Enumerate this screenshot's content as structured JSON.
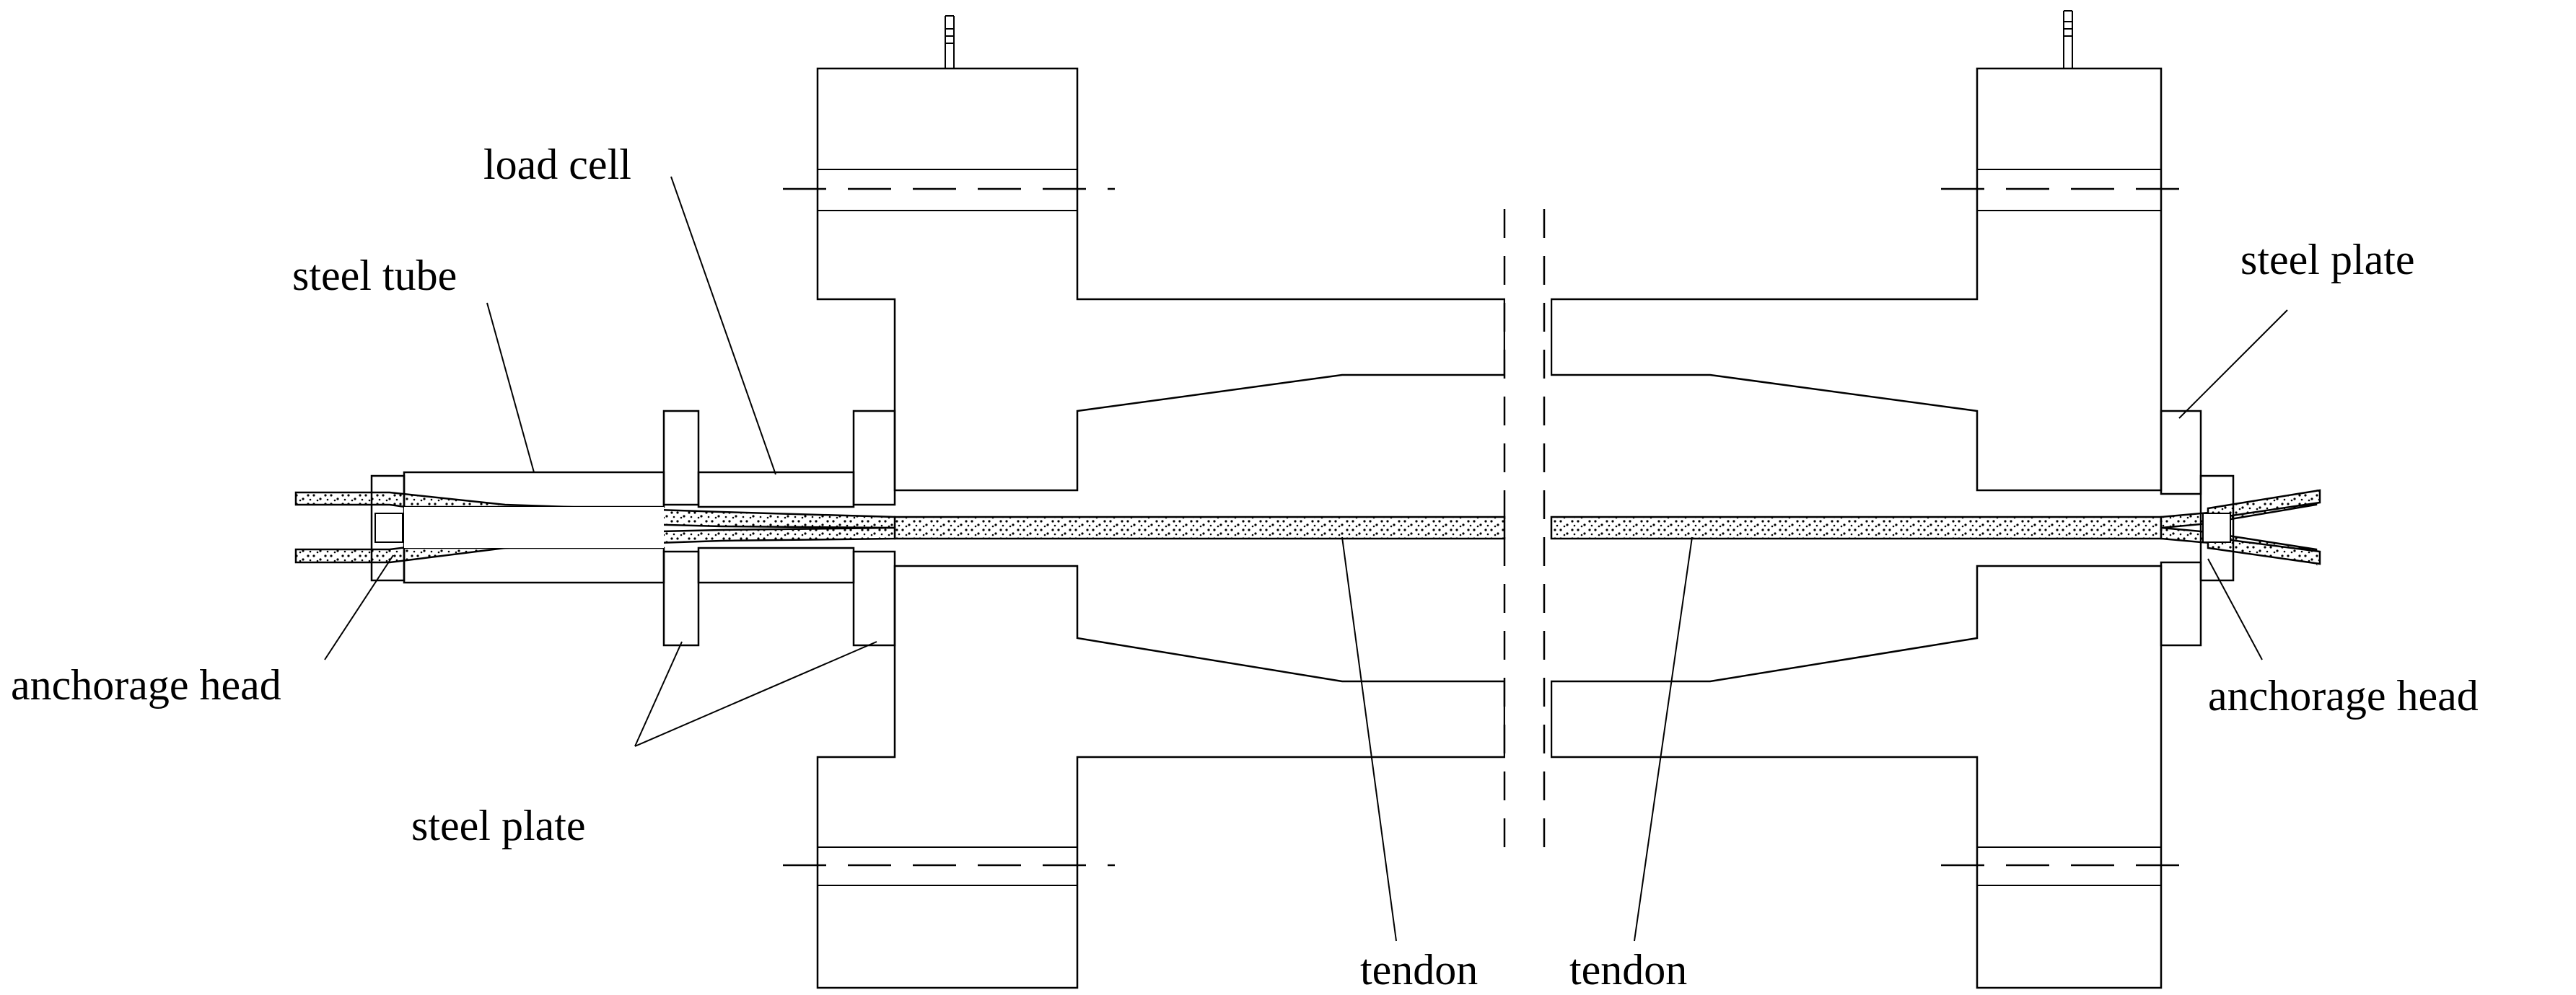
{
  "labels": {
    "load_cell": "load cell",
    "steel_tube": "steel tube",
    "steel_plate_right": "steel plate",
    "anchorage_head_left": "anchorage head",
    "anchorage_head_right": "anchorage head",
    "steel_plate_left": "steel plate",
    "tendon_left": "tendon",
    "tendon_right": "tendon"
  }
}
